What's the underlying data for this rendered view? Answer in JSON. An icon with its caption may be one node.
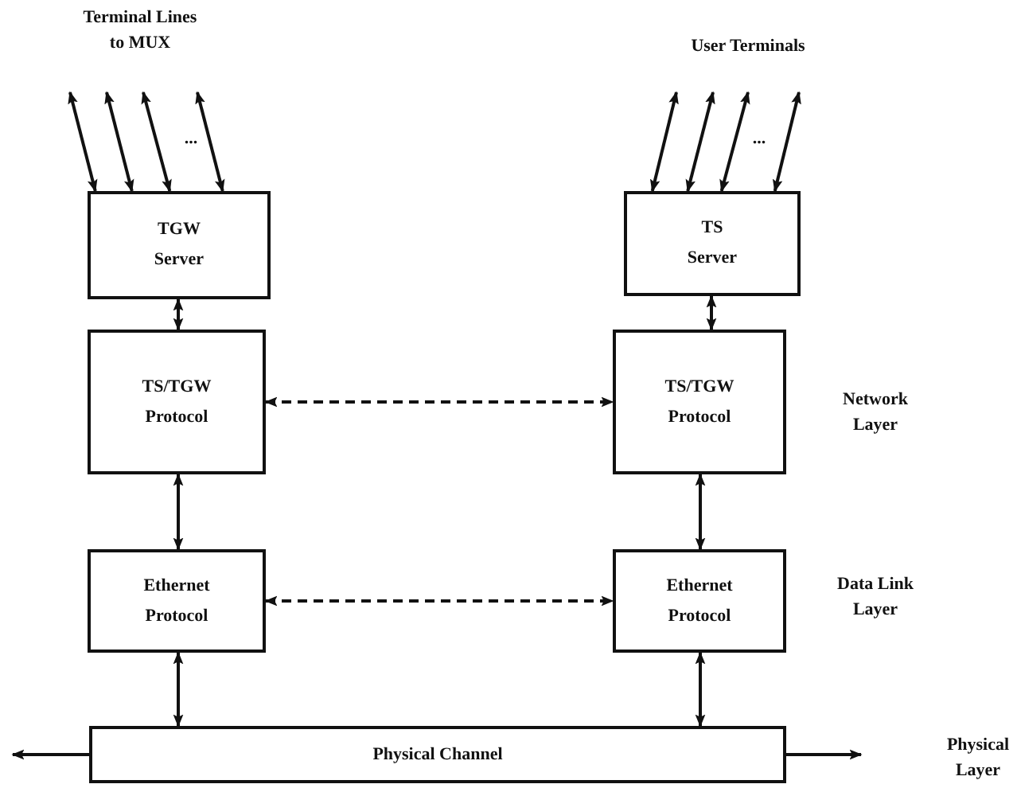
{
  "diagram": {
    "nodes": [
      {
        "text": [
          "TGW Server"
        ]
      },
      {
        "text": [
          "TS Server"
        ]
      },
      {
        "text": [
          "TS/TGW Protocol"
        ]
      },
      {
        "text": [
          "TS/TGW Protocol"
        ]
      },
      {
        "text": [
          "Ethernet Protocol"
        ]
      },
      {
        "text": [
          "Ethernet Protocol"
        ]
      },
      {
        "text": [
          "Physical Channel"
        ]
      }
    ],
    "edges": [
      {
        "from": null,
        "to": 0,
        "arrow": "both"
      },
      {
        "from": null,
        "to": 0,
        "arrow": "both"
      },
      {
        "from": null,
        "to": 0,
        "arrow": "both"
      },
      {
        "from": null,
        "to": 0,
        "arrow": "both"
      },
      {
        "from": null,
        "to": 1,
        "arrow": "both"
      },
      {
        "from": null,
        "to": 1,
        "arrow": "both"
      },
      {
        "from": null,
        "to": 1,
        "arrow": "both"
      },
      {
        "from": null,
        "to": 1,
        "arrow": "both"
      },
      {
        "from": 0,
        "to": 2,
        "arrow": "both"
      },
      {
        "from": 1,
        "to": 3,
        "arrow": "both"
      },
      {
        "from": 2,
        "to": 3,
        "arrow": "both",
        "style": "dashed"
      },
      {
        "from": 2,
        "to": 4,
        "arrow": "both"
      },
      {
        "from": 3,
        "to": 5,
        "arrow": "both"
      },
      {
        "from": 4,
        "to": 5,
        "arrow": "both",
        "style": "dashed"
      },
      {
        "from": 4,
        "to": 6,
        "arrow": "both"
      },
      {
        "from": 5,
        "to": 6,
        "arrow": "both"
      },
      {
        "from": 6,
        "to": null,
        "arrow": "to"
      },
      {
        "from": 6,
        "to": null,
        "arrow": "to"
      }
    ],
    "labels": [
      "Terminal Lines to MUX",
      "User Terminals",
      "...",
      "...",
      "Network Layer",
      "Data Link Layer",
      "Physical Layer"
    ]
  }
}
